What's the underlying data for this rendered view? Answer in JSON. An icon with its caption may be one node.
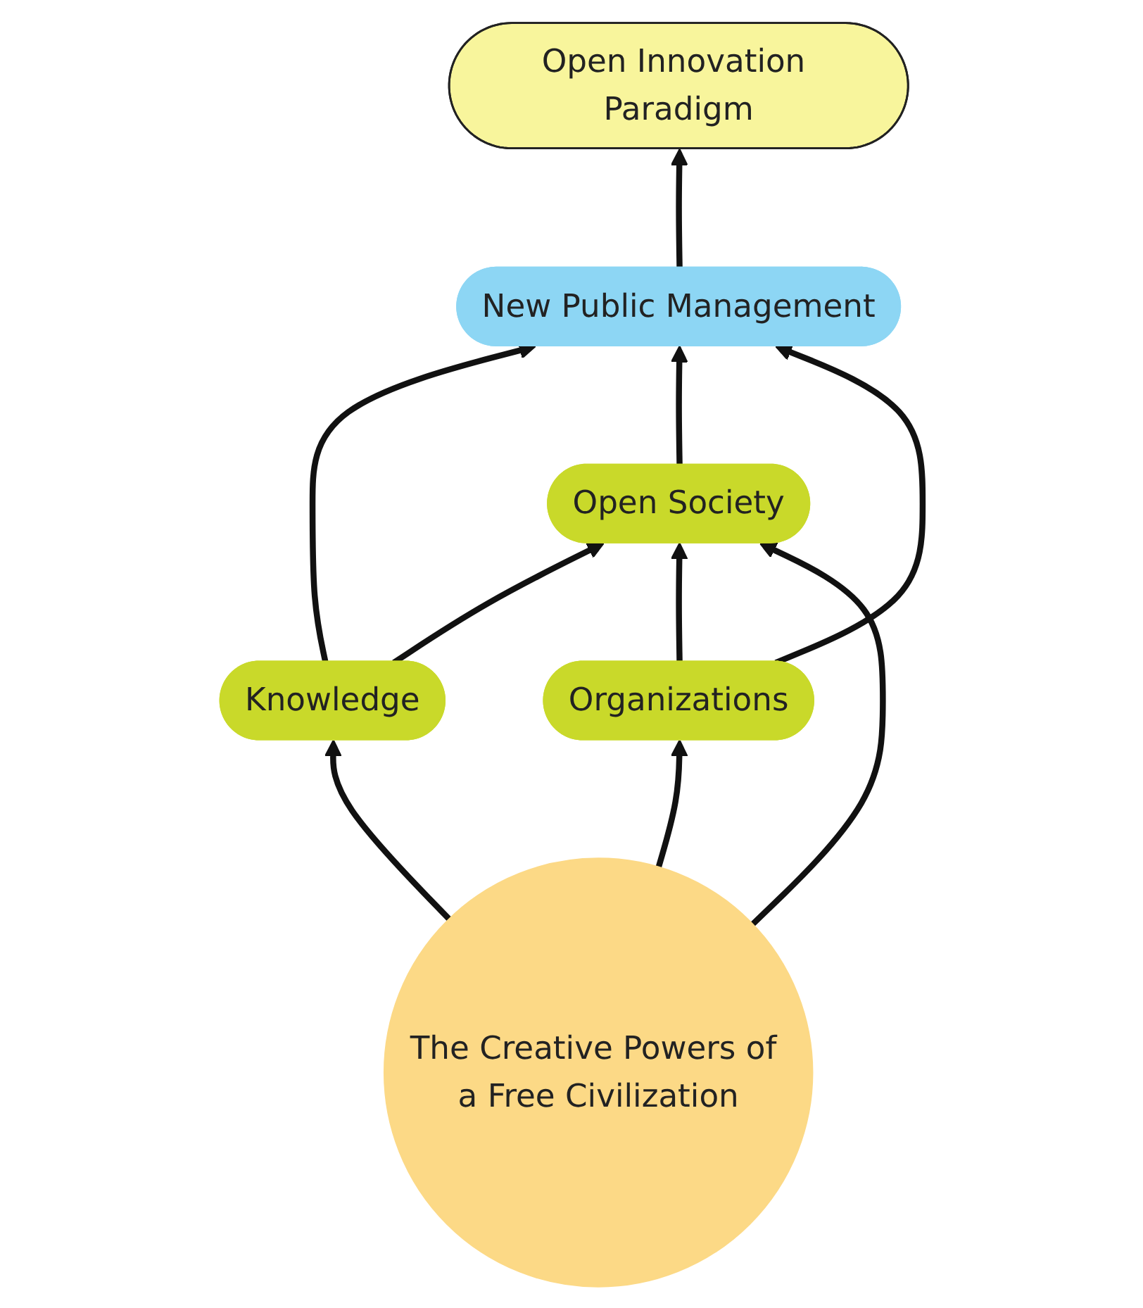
{
  "diagram": {
    "nodes": [
      {
        "text": [
          "Open Innovation Paradigm"
        ]
      },
      {
        "text": [
          "New Public Management"
        ]
      },
      {
        "text": [
          "Open Society"
        ]
      },
      {
        "text": [
          "Knowledge"
        ]
      },
      {
        "text": [
          "Organizations"
        ]
      },
      {
        "text": [
          "The Creative Powers of a Free Civilization"
        ]
      }
    ],
    "edges": [
      {
        "from": 1,
        "to": 0,
        "arrow": "to"
      },
      {
        "from": 3,
        "to": 1,
        "arrow": "to"
      },
      {
        "from": 2,
        "to": 1,
        "arrow": "to"
      },
      {
        "from": 4,
        "to": 1,
        "arrow": "to"
      },
      {
        "from": 3,
        "to": 2,
        "arrow": "to"
      },
      {
        "from": 4,
        "to": 2,
        "arrow": "to"
      },
      {
        "from": 5,
        "to": 2,
        "arrow": "to"
      },
      {
        "from": 5,
        "to": 3,
        "arrow": "to"
      },
      {
        "from": 5,
        "to": 4,
        "arrow": "to"
      }
    ]
  }
}
